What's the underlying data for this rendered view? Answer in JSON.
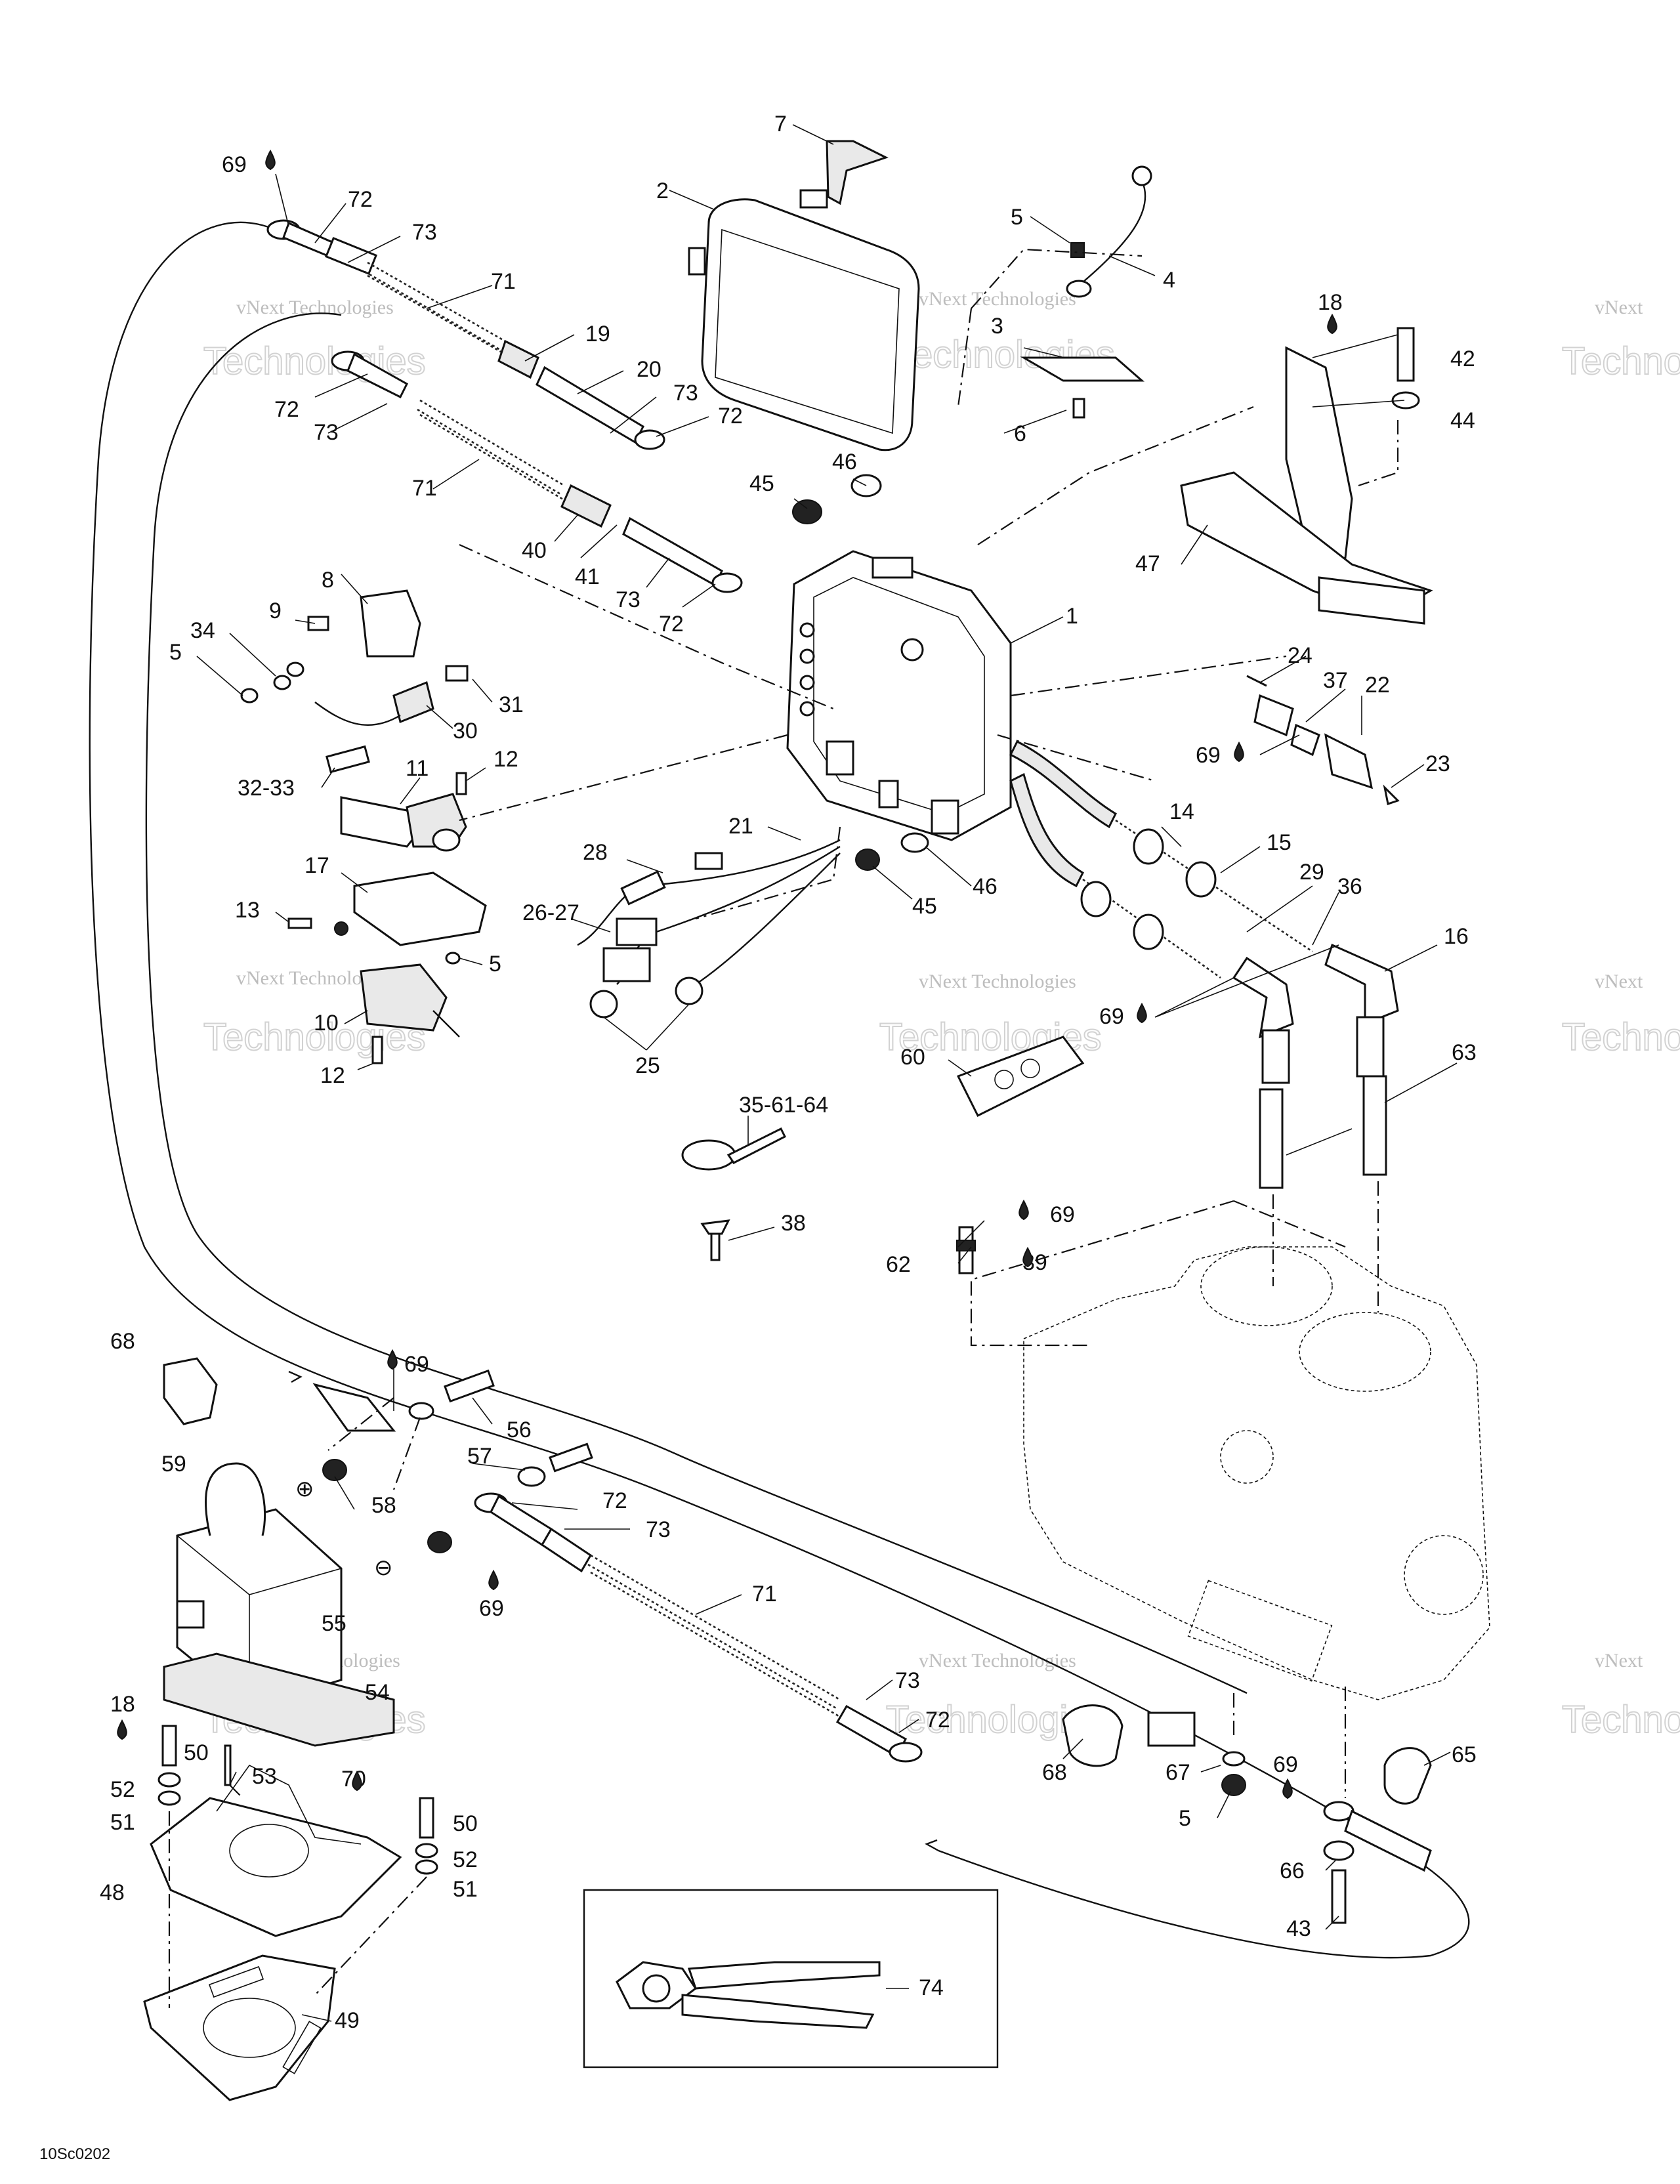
{
  "figure_code": "10Sc0202",
  "watermark": {
    "brand": "vNext",
    "line": "vNext Technologies",
    "big": "Technologies"
  },
  "callouts": [
    {
      "id": "c69a",
      "label": "69",
      "sym": true
    },
    {
      "id": "c72a",
      "label": "72"
    },
    {
      "id": "c73a",
      "label": "73"
    },
    {
      "id": "c71a",
      "label": "71"
    },
    {
      "id": "c19",
      "label": "19"
    },
    {
      "id": "c20",
      "label": "20"
    },
    {
      "id": "c73b",
      "label": "73"
    },
    {
      "id": "c72b",
      "label": "72"
    },
    {
      "id": "c72c",
      "label": "72"
    },
    {
      "id": "c73c",
      "label": "73"
    },
    {
      "id": "c71b",
      "label": "71"
    },
    {
      "id": "c40",
      "label": "40"
    },
    {
      "id": "c41",
      "label": "41"
    },
    {
      "id": "c73d",
      "label": "73"
    },
    {
      "id": "c72d",
      "label": "72"
    },
    {
      "id": "c7",
      "label": "7"
    },
    {
      "id": "c2",
      "label": "2"
    },
    {
      "id": "c5a",
      "label": "5"
    },
    {
      "id": "c4",
      "label": "4"
    },
    {
      "id": "c3",
      "label": "3"
    },
    {
      "id": "c6",
      "label": "6"
    },
    {
      "id": "c46a",
      "label": "46"
    },
    {
      "id": "c45a",
      "label": "45"
    },
    {
      "id": "c1",
      "label": "1"
    },
    {
      "id": "c18a",
      "label": "18",
      "sym": true
    },
    {
      "id": "c42",
      "label": "42"
    },
    {
      "id": "c44",
      "label": "44"
    },
    {
      "id": "c47",
      "label": "47"
    },
    {
      "id": "c24",
      "label": "24"
    },
    {
      "id": "c37",
      "label": "37"
    },
    {
      "id": "c22",
      "label": "22"
    },
    {
      "id": "c69b",
      "label": "69",
      "sym": true
    },
    {
      "id": "c23",
      "label": "23"
    },
    {
      "id": "c8",
      "label": "8"
    },
    {
      "id": "c9",
      "label": "9"
    },
    {
      "id": "c34",
      "label": "34"
    },
    {
      "id": "c5b",
      "label": "5"
    },
    {
      "id": "c31",
      "label": "31"
    },
    {
      "id": "c30",
      "label": "30"
    },
    {
      "id": "c32",
      "label": "32-33"
    },
    {
      "id": "c11",
      "label": "11"
    },
    {
      "id": "c12a",
      "label": "12"
    },
    {
      "id": "c17",
      "label": "17"
    },
    {
      "id": "c13",
      "label": "13"
    },
    {
      "id": "c5c",
      "label": "5"
    },
    {
      "id": "c10",
      "label": "10"
    },
    {
      "id": "c12b",
      "label": "12"
    },
    {
      "id": "c21",
      "label": "21"
    },
    {
      "id": "c28",
      "label": "28"
    },
    {
      "id": "c26",
      "label": "26-27"
    },
    {
      "id": "c25",
      "label": "25"
    },
    {
      "id": "c45b",
      "label": "45"
    },
    {
      "id": "c46b",
      "label": "46"
    },
    {
      "id": "c14",
      "label": "14"
    },
    {
      "id": "c15",
      "label": "15"
    },
    {
      "id": "c29",
      "label": "29"
    },
    {
      "id": "c36",
      "label": "36"
    },
    {
      "id": "c16",
      "label": "16"
    },
    {
      "id": "c69c",
      "label": "69",
      "sym": true
    },
    {
      "id": "c60",
      "label": "60"
    },
    {
      "id": "c63",
      "label": "63"
    },
    {
      "id": "c35",
      "label": "35-61-64"
    },
    {
      "id": "c38",
      "label": "38"
    },
    {
      "id": "c69d",
      "label": "69",
      "sym": true
    },
    {
      "id": "c62",
      "label": "62"
    },
    {
      "id": "c39",
      "label": "39",
      "sym": true
    },
    {
      "id": "c68a",
      "label": "68"
    },
    {
      "id": "c69e",
      "label": "69",
      "sym": true
    },
    {
      "id": "c56",
      "label": "56"
    },
    {
      "id": "c59",
      "label": "59"
    },
    {
      "id": "c57",
      "label": "57"
    },
    {
      "id": "c58",
      "label": "58"
    },
    {
      "id": "c72e",
      "label": "72"
    },
    {
      "id": "c73e",
      "label": "73"
    },
    {
      "id": "c69f",
      "label": "69",
      "sym": true
    },
    {
      "id": "c71c",
      "label": "71"
    },
    {
      "id": "c55",
      "label": "55"
    },
    {
      "id": "c54",
      "label": "54"
    },
    {
      "id": "c73f",
      "label": "73"
    },
    {
      "id": "c72f",
      "label": "72"
    },
    {
      "id": "c18b",
      "label": "18",
      "sym": true
    },
    {
      "id": "c50a",
      "label": "50"
    },
    {
      "id": "c53",
      "label": "53"
    },
    {
      "id": "c52a",
      "label": "52"
    },
    {
      "id": "c51a",
      "label": "51"
    },
    {
      "id": "c70",
      "label": "70",
      "sym": true
    },
    {
      "id": "c50b",
      "label": "50"
    },
    {
      "id": "c52b",
      "label": "52"
    },
    {
      "id": "c51b",
      "label": "51"
    },
    {
      "id": "c48",
      "label": "48"
    },
    {
      "id": "c49",
      "label": "49"
    },
    {
      "id": "c68b",
      "label": "68"
    },
    {
      "id": "c67",
      "label": "67"
    },
    {
      "id": "c69g",
      "label": "69",
      "sym": true
    },
    {
      "id": "c65",
      "label": "65"
    },
    {
      "id": "c5d",
      "label": "5"
    },
    {
      "id": "c66",
      "label": "66"
    },
    {
      "id": "c43",
      "label": "43"
    },
    {
      "id": "c74",
      "label": "74"
    }
  ],
  "terminal_symbols": {
    "positive": "⊕",
    "negative": "⊖"
  },
  "icons": {
    "sealant": "droplet-icon"
  }
}
